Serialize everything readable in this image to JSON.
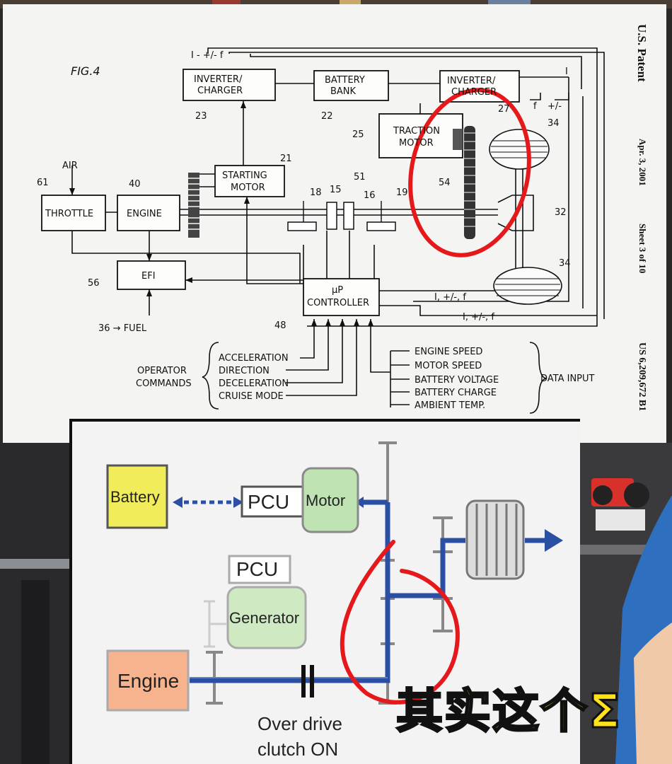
{
  "patent": {
    "fig_label": "FIG.4",
    "header_lines": [
      "U.S. Patent",
      "Apr. 3, 2001",
      "Sheet 3 of 10",
      "US 6,209,672 B1"
    ],
    "blocks": {
      "inverter_charger_left": [
        "INVERTER/",
        "CHARGER"
      ],
      "battery_bank": [
        "BATTERY",
        "BANK"
      ],
      "inverter_charger_right": [
        "INVERTER/",
        "CHARGER"
      ],
      "traction_motor": [
        "TRACTION",
        "MOTOR"
      ],
      "starting_motor": [
        "STARTING",
        "MOTOR"
      ],
      "throttle": "THROTTLE",
      "engine": "ENGINE",
      "efi": "EFI",
      "controller": [
        "μP",
        "CONTROLLER"
      ]
    },
    "labels": {
      "air": "AIR",
      "fuel": "36 → FUEL",
      "signal_top_left": "I - +/- f",
      "signal_top_right_i": "I",
      "signal_top_right_f": "f",
      "signal_top_right_pm": "+/-",
      "signal_mid_1": "I, +/-, f",
      "signal_mid_2": "I, +/-, f"
    },
    "ref_numbers": [
      "23",
      "22",
      "27",
      "25",
      "21",
      "61",
      "40",
      "18",
      "15",
      "51",
      "16",
      "19",
      "54",
      "32",
      "34",
      "34",
      "56",
      "48"
    ],
    "operator_commands_title": [
      "OPERATOR",
      "COMMANDS"
    ],
    "operator_commands": [
      "ACCELERATION",
      "DIRECTION",
      "DECELERATION",
      "CRUISE MODE"
    ],
    "data_inputs_title": "DATA INPUT",
    "data_inputs": [
      "ENGINE SPEED",
      "MOTOR SPEED",
      "BATTERY VOLTAGE",
      "BATTERY CHARGE",
      "AMBIENT TEMP."
    ]
  },
  "hybrid": {
    "battery": "Battery",
    "pcu_top": "PCU",
    "motor": "Motor",
    "pcu_mid": "PCU",
    "generator": "Generator",
    "engine": "Engine",
    "clutch_caption": [
      "Over drive",
      "clutch ON"
    ]
  },
  "subtitle": "其实这个Σ",
  "colors": {
    "battery": "#f0ec5a",
    "motor": "#bfe3b3",
    "generator": "#cfeac3",
    "engine": "#f6b38e",
    "powerflow": "#2b4fa3",
    "annotation": "#e5191c",
    "subtitle": "#ffe21a"
  }
}
